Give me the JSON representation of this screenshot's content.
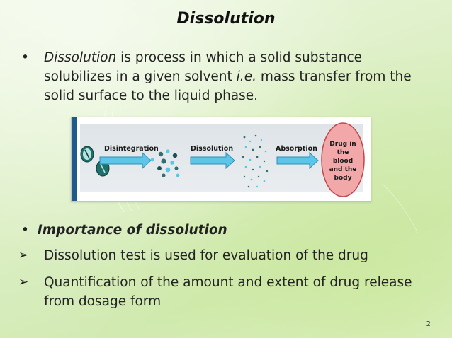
{
  "slide": {
    "title": "Dissolution",
    "bullet1": {
      "marker": "•",
      "term": "Dissolution",
      "text_a": " is process in which a solid substance solubilizes in a given solvent ",
      "ie": "i.e.",
      "text_b": " mass transfer from the solid surface to the liquid phase."
    },
    "figure": {
      "label_disintegration": "Disintegration",
      "label_dissolution": "Dissolution",
      "label_absorption": "Absorption",
      "drug_line1": "Drug in",
      "drug_line2": "the",
      "drug_line3": "blood",
      "drug_line4": "and the",
      "drug_line5": "body"
    },
    "importance": {
      "marker": "•",
      "heading": "Importance of dissolution"
    },
    "points": [
      {
        "marker": "➢",
        "text": " Dissolution test is used for evaluation of the drug"
      },
      {
        "marker": "➢",
        "text": "Quantification of the amount and extent of drug release from dosage form"
      }
    ],
    "page_number": "2",
    "colors": {
      "arrow_fill": "#5cc6e8",
      "arrow_stroke": "#2f8fb6",
      "drug_ellipse": "#f2a7a8",
      "drug_ellipse_stroke": "#c0474a",
      "strip": "#1e5a8a"
    }
  }
}
